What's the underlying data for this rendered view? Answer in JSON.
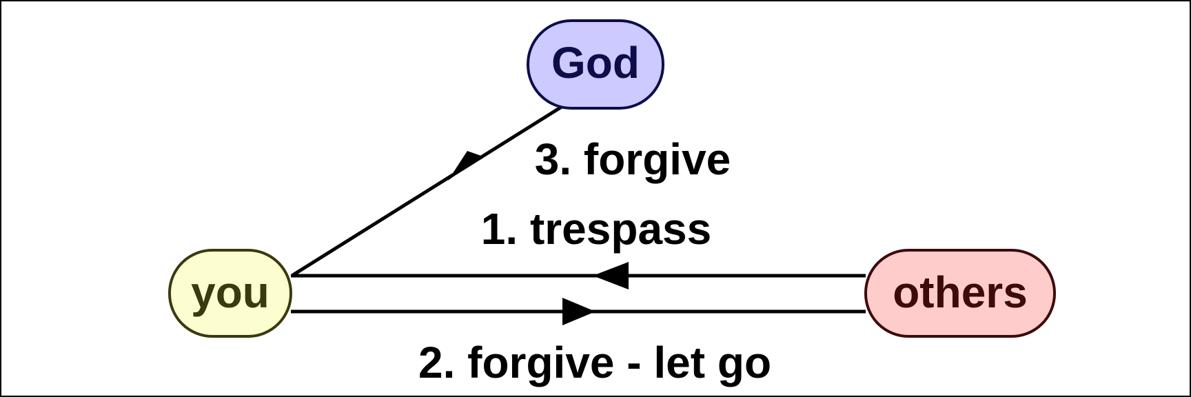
{
  "nodes": {
    "god": {
      "label": "God",
      "fill": "#cccafe",
      "stroke": "#0d0d4a",
      "text": "#0d0d4a"
    },
    "you": {
      "label": "you",
      "fill": "#fdfecf",
      "stroke": "#3a3a10",
      "text": "#3a3a10"
    },
    "others": {
      "label": "others",
      "fill": "#fecdcb",
      "stroke": "#3d0b0b",
      "text": "#3d0b0b"
    }
  },
  "edges": {
    "trespass": {
      "label": "1. trespass"
    },
    "forgive_let_go": {
      "label": "2. forgive - let go"
    },
    "forgive": {
      "label": "3. forgive"
    }
  },
  "colors": {
    "line": "#000000",
    "frame": "#000000",
    "background": "#ffffff"
  }
}
